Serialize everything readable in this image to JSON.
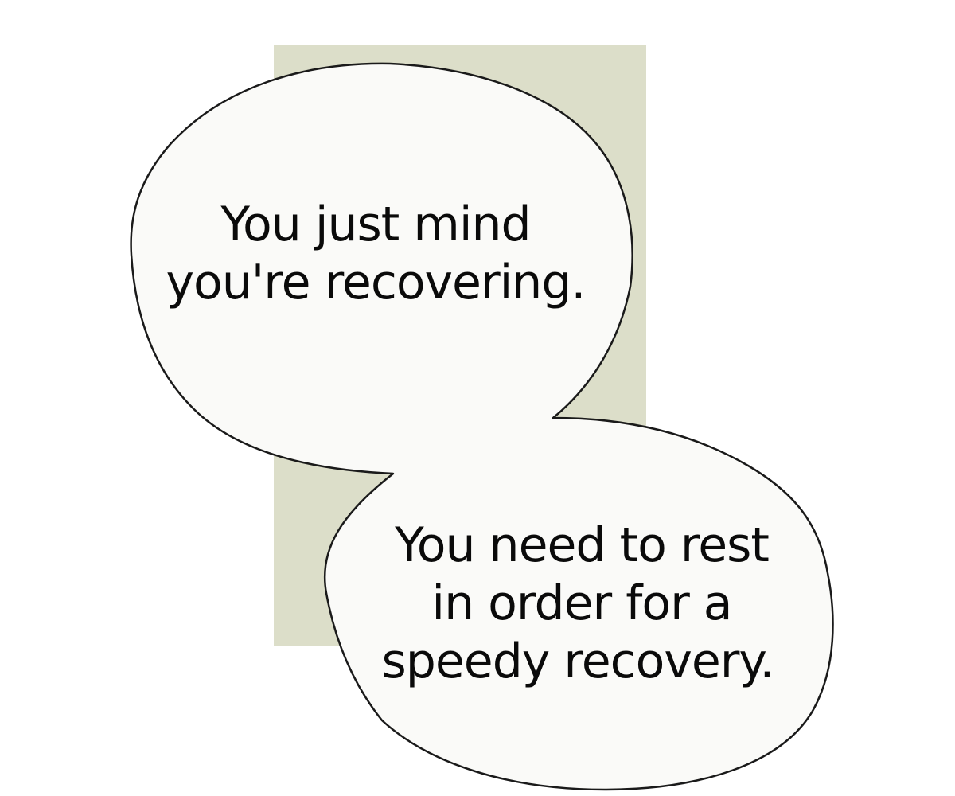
{
  "panel": {
    "background_color": "#ffffff",
    "backdrop_color": "#dcdec9",
    "bubble_fill": "#fafaf8",
    "bubble_stroke": "#1a1a1a"
  },
  "bubbles": [
    {
      "lines": [
        "You just mind",
        "you're recovering."
      ]
    },
    {
      "lines": [
        "You need to rest",
        "in order for a",
        "speedy recovery."
      ]
    }
  ]
}
